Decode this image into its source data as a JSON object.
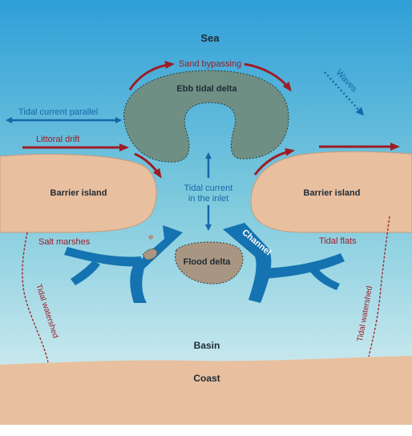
{
  "labels": {
    "sea": "Sea",
    "sand_bypassing": "Sand bypassing",
    "ebb_tidal_delta": "Ebb tidal delta",
    "waves": "Waves",
    "tidal_current_parallel": "Tidal current parallel",
    "littoral_drift": "Littoral drift",
    "barrier_island_left": "Barrier island",
    "barrier_island_right": "Barrier island",
    "tidal_current_inlet_line1": "Tidal current",
    "tidal_current_inlet_line2": "in the inlet",
    "salt_marshes": "Salt marshes",
    "tidal_flats": "Tidal flats",
    "channel": "Channel",
    "flood_delta": "Flood delta",
    "tidal_watershed_left": "Tidal watershed",
    "tidal_watershed_right": "Tidal watershed",
    "basin": "Basin",
    "coast": "Coast"
  },
  "colors": {
    "sea_top": "#2f9fd8",
    "sea_bottom": "#d9f0f2",
    "sand": "#e8bf9f",
    "sand_edge": "#c89a7c",
    "delta": "#6f8f84",
    "flood_delta": "#a89682",
    "channel": "#1473b0",
    "current_arrow": "#1567a8",
    "drift_arrow": "#9e1c24",
    "dark_text": "#1f2a33",
    "red_text": "#9e1c24",
    "blue_text": "#1567a8"
  }
}
